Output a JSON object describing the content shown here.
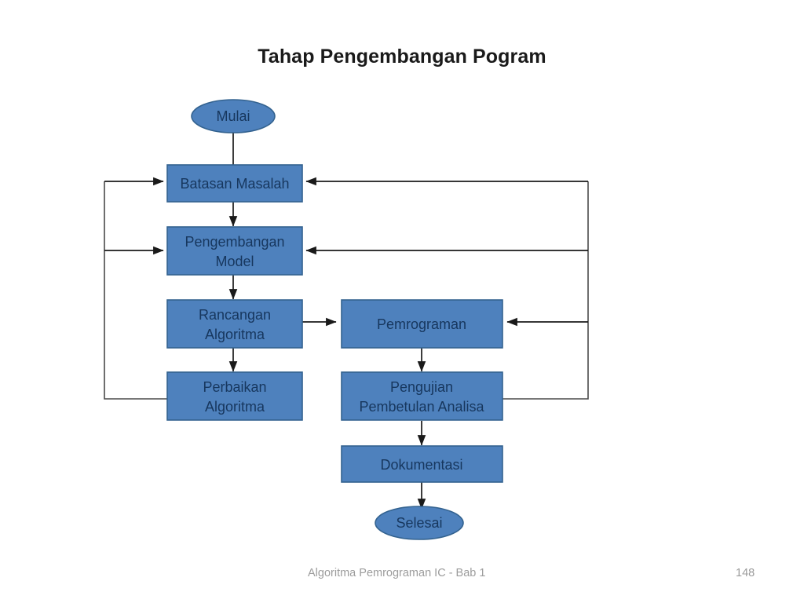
{
  "slide": {
    "title": "Tahap Pengembangan Pogram",
    "footer_text": "Algoritma Pemrograman IC - Bab 1",
    "page_number": "148"
  },
  "theme": {
    "node_fill": "#4E81BD",
    "node_stroke": "#33628F",
    "node_text": "#17375E",
    "connector": "#1a1a1a",
    "background": "#FFFFFF",
    "footer_text_color": "#9C9C9C"
  },
  "diagram": {
    "type": "flowchart",
    "nodes": [
      {
        "id": "mulai",
        "shape": "ellipse",
        "label": "Mulai",
        "lines": [
          "Mulai"
        ]
      },
      {
        "id": "batasan",
        "shape": "rect",
        "label": "Batasan Masalah",
        "lines": [
          "Batasan Masalah"
        ]
      },
      {
        "id": "pengembangan",
        "shape": "rect",
        "label": "Pengembangan Model",
        "lines": [
          "Pengembangan",
          "Model"
        ]
      },
      {
        "id": "rancangan",
        "shape": "rect",
        "label": "Rancangan Algoritma",
        "lines": [
          "Rancangan",
          "Algoritma"
        ]
      },
      {
        "id": "pemrograman",
        "shape": "rect",
        "label": "Pemrograman",
        "lines": [
          "Pemrograman"
        ]
      },
      {
        "id": "perbaikan",
        "shape": "rect",
        "label": "Perbaikan Algoritma",
        "lines": [
          "Perbaikan",
          "Algoritma"
        ]
      },
      {
        "id": "pengujian",
        "shape": "rect",
        "label": "Pengujian Pembetulan Analisa",
        "lines": [
          "Pengujian",
          "Pembetulan Analisa"
        ]
      },
      {
        "id": "dokumentasi",
        "shape": "rect",
        "label": "Dokumentasi",
        "lines": [
          "Dokumentasi"
        ]
      },
      {
        "id": "selesai",
        "shape": "ellipse",
        "label": "Selesai",
        "lines": [
          "Selesai"
        ]
      }
    ],
    "edges": [
      {
        "from": "mulai",
        "to": "batasan",
        "kind": "down",
        "arrow": true
      },
      {
        "from": "batasan",
        "to": "pengembangan",
        "kind": "down",
        "arrow": true
      },
      {
        "from": "pengembangan",
        "to": "rancangan",
        "kind": "down",
        "arrow": true
      },
      {
        "from": "rancangan",
        "to": "pemrograman",
        "kind": "right",
        "arrow": true
      },
      {
        "from": "rancangan",
        "to": "perbaikan",
        "kind": "down",
        "arrow": true
      },
      {
        "from": "pemrograman",
        "to": "pengujian",
        "kind": "down",
        "arrow": true
      },
      {
        "from": "pengujian",
        "to": "dokumentasi",
        "kind": "down",
        "arrow": true
      },
      {
        "from": "dokumentasi",
        "to": "selesai",
        "kind": "down",
        "arrow": true
      },
      {
        "from": "perbaikan",
        "to": "batasan",
        "kind": "feedback-left",
        "arrow": true
      },
      {
        "from": "perbaikan",
        "to": "pengembangan",
        "kind": "feedback-left",
        "arrow": true
      },
      {
        "from": "pengujian",
        "to": "batasan",
        "kind": "feedback-right",
        "arrow": true
      },
      {
        "from": "pengujian",
        "to": "pengembangan",
        "kind": "feedback-right",
        "arrow": true
      },
      {
        "from": "pengujian",
        "to": "pemrograman",
        "kind": "feedback-right",
        "arrow": true
      }
    ]
  }
}
